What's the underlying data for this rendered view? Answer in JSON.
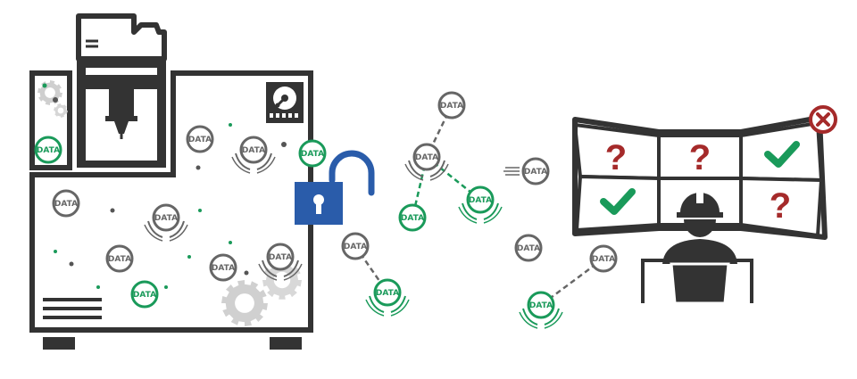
{
  "badge_label": "DATA",
  "status_marks": {
    "unknown": "?"
  },
  "colors": {
    "dark": "#333333",
    "grey": "#666666",
    "light_grey": "#bbbbbb",
    "green": "#1a9a5a",
    "blue": "#2a5caa",
    "red": "#a52a2a",
    "white": "#ffffff"
  },
  "icons": {
    "machine": "industrial-3d-printer-icon",
    "lock": "unlocked-padlock-icon",
    "disk": "hard-drive-icon",
    "gear": "gear-icon",
    "operator": "operator-with-helmet-icon",
    "check": "checkmark-icon",
    "close": "close-circle-icon",
    "vents": "vent-lines-icon"
  },
  "monitor_wall": {
    "top_row": [
      "unknown",
      "unknown",
      "check"
    ],
    "bottom_row": [
      "check",
      "operator",
      "unknown"
    ]
  }
}
